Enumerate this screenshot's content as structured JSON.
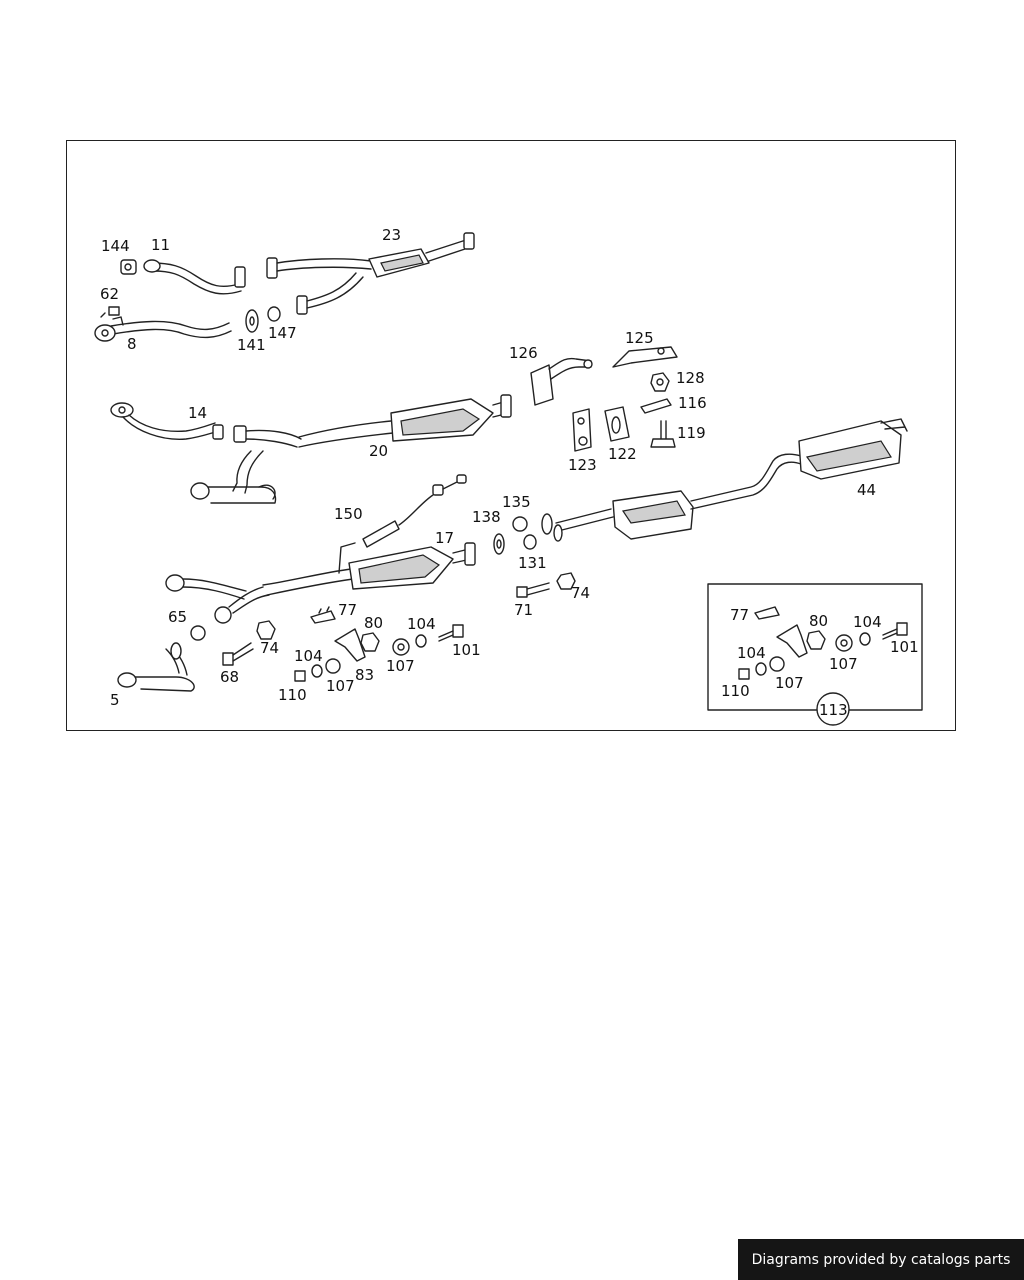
{
  "diagram": {
    "callouts": [
      {
        "id": "c144",
        "text": "144"
      },
      {
        "id": "c11",
        "text": "11"
      },
      {
        "id": "c23",
        "text": "23"
      },
      {
        "id": "c62",
        "text": "62"
      },
      {
        "id": "c8",
        "text": "8"
      },
      {
        "id": "c141",
        "text": "141"
      },
      {
        "id": "c147",
        "text": "147"
      },
      {
        "id": "c126",
        "text": "126"
      },
      {
        "id": "c125",
        "text": "125"
      },
      {
        "id": "c128",
        "text": "128"
      },
      {
        "id": "c116",
        "text": "116"
      },
      {
        "id": "c119",
        "text": "119"
      },
      {
        "id": "c123",
        "text": "123"
      },
      {
        "id": "c122",
        "text": "122"
      },
      {
        "id": "c14",
        "text": "14"
      },
      {
        "id": "c20",
        "text": "20"
      },
      {
        "id": "c44",
        "text": "44"
      },
      {
        "id": "c150",
        "text": "150"
      },
      {
        "id": "c17",
        "text": "17"
      },
      {
        "id": "c138",
        "text": "138"
      },
      {
        "id": "c135",
        "text": "135"
      },
      {
        "id": "c131",
        "text": "131"
      },
      {
        "id": "c71",
        "text": "71"
      },
      {
        "id": "c74a",
        "text": "74"
      },
      {
        "id": "c65",
        "text": "65"
      },
      {
        "id": "c74b",
        "text": "74"
      },
      {
        "id": "c68",
        "text": "68"
      },
      {
        "id": "c5",
        "text": "5"
      },
      {
        "id": "c77a",
        "text": "77"
      },
      {
        "id": "c80a",
        "text": "80"
      },
      {
        "id": "c104a",
        "text": "104"
      },
      {
        "id": "c101a",
        "text": "101"
      },
      {
        "id": "c104b",
        "text": "104"
      },
      {
        "id": "c107a",
        "text": "107"
      },
      {
        "id": "c83",
        "text": "83"
      },
      {
        "id": "c110a",
        "text": "110"
      },
      {
        "id": "c107b",
        "text": "107"
      },
      {
        "id": "c77b",
        "text": "77"
      },
      {
        "id": "c80b",
        "text": "80"
      },
      {
        "id": "c104c",
        "text": "104"
      },
      {
        "id": "c101b",
        "text": "101"
      },
      {
        "id": "c104d",
        "text": "104"
      },
      {
        "id": "c107c",
        "text": "107"
      },
      {
        "id": "c110b",
        "text": "110"
      },
      {
        "id": "c107d",
        "text": "107"
      },
      {
        "id": "c113",
        "text": "113"
      }
    ]
  },
  "footer": {
    "text": "Diagrams provided by catalogs parts"
  }
}
